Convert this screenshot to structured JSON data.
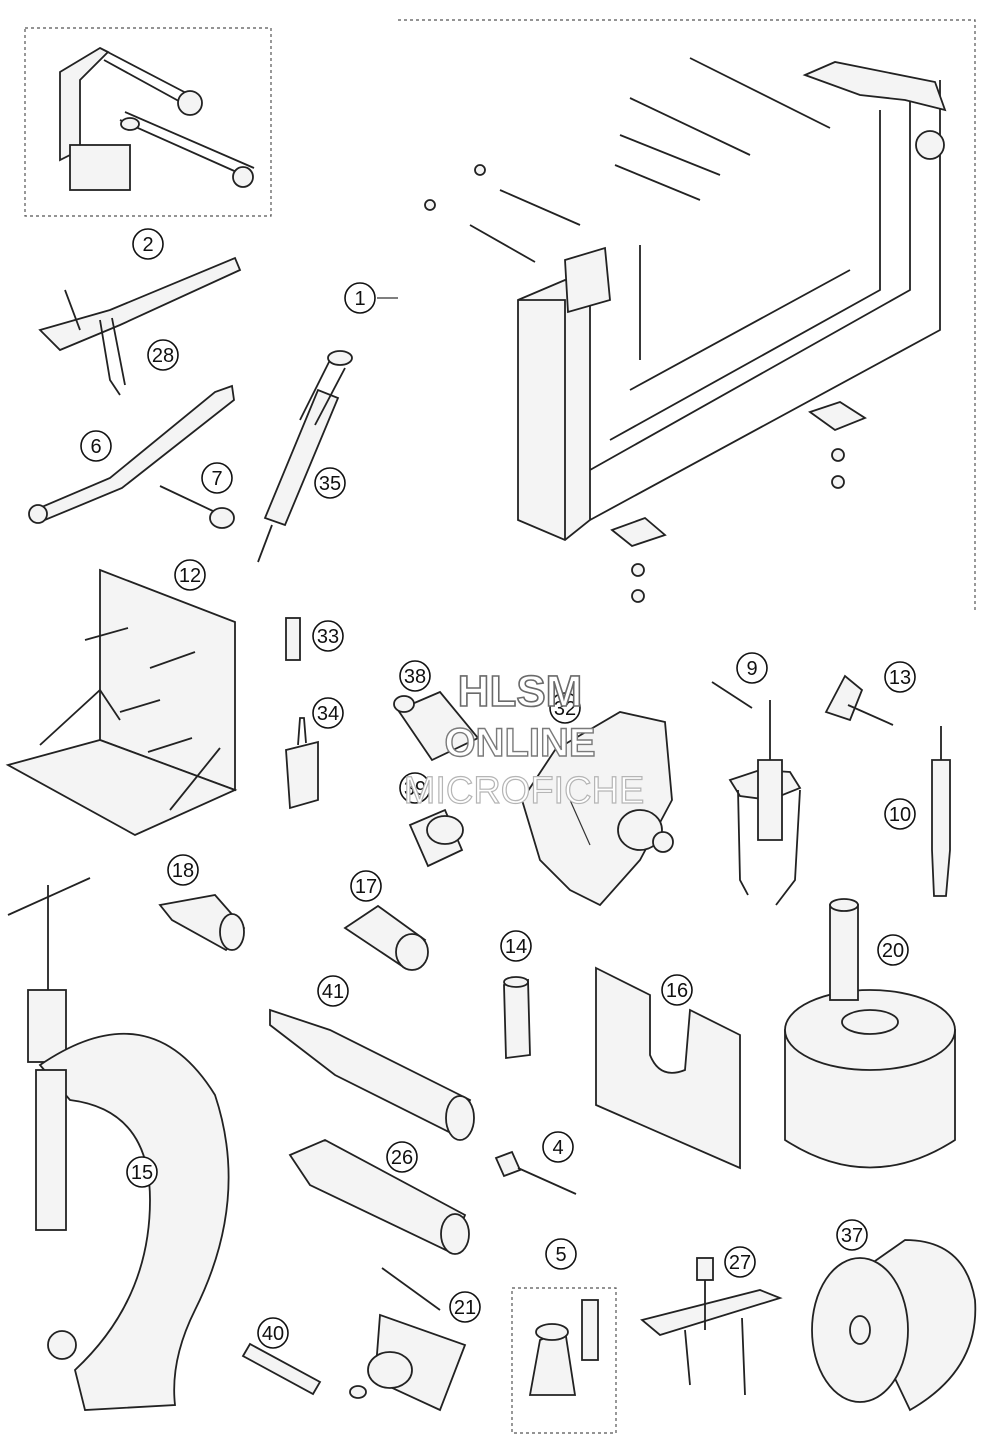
{
  "watermark": {
    "line1": "HLSM",
    "line2": "ONLINE",
    "line3": "MICROFICHE"
  },
  "callouts": [
    "1",
    "2",
    "4",
    "5",
    "6",
    "7",
    "9",
    "10",
    "12",
    "13",
    "14",
    "15",
    "16",
    "17",
    "18",
    "20",
    "21",
    "26",
    "27",
    "28",
    "32",
    "33",
    "34",
    "35",
    "37",
    "38",
    "39",
    "40",
    "41"
  ],
  "colors": {
    "ink": "#222222",
    "paper": "#ffffff",
    "watermark_stroke": "#6a6a6a"
  }
}
